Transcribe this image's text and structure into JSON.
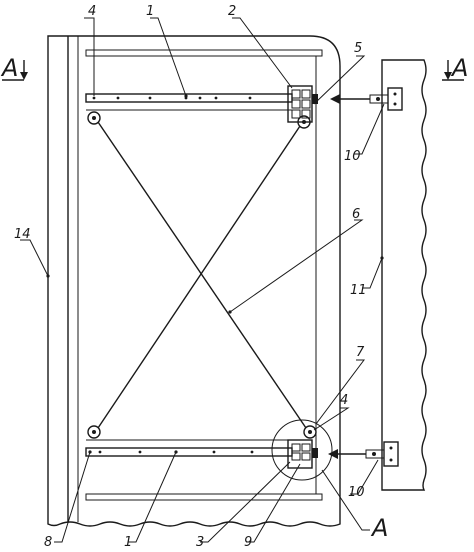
{
  "labels": {
    "l1a": "1",
    "l1b": "1",
    "l2": "2",
    "l3": "3",
    "l4a": "4",
    "l4b": "4",
    "l5": "5",
    "l6": "6",
    "l7": "7",
    "l8": "8",
    "l9": "9",
    "l10a": "10",
    "l10b": "10",
    "l11": "11",
    "l14": "14"
  },
  "section": {
    "left": "A",
    "right": "A",
    "detail": "A"
  }
}
